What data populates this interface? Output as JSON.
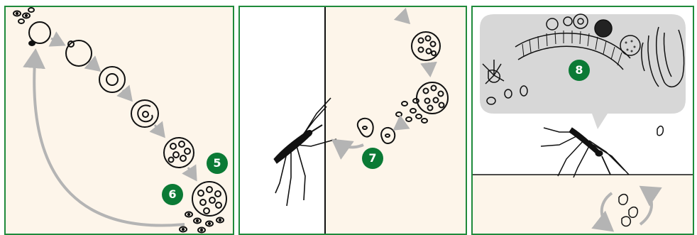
{
  "badges": {
    "step5": "5",
    "step6": "6",
    "step7": "7",
    "step8": "8"
  },
  "colors": {
    "panel_border": "#1f8a3b",
    "panel_fill": "#fdf5ea",
    "badge_fill": "#0b7a35",
    "arrow": "#b4b4b4",
    "ink": "#111111",
    "zoom_bubble": "#d7d7d7"
  },
  "panels": [
    {
      "name": "life-cycle-cells",
      "badges": [
        "5",
        "6"
      ]
    },
    {
      "name": "mosquito-on-wall",
      "badges": [
        "7"
      ]
    },
    {
      "name": "mosquito-midgut",
      "badges": [
        "8"
      ]
    }
  ]
}
